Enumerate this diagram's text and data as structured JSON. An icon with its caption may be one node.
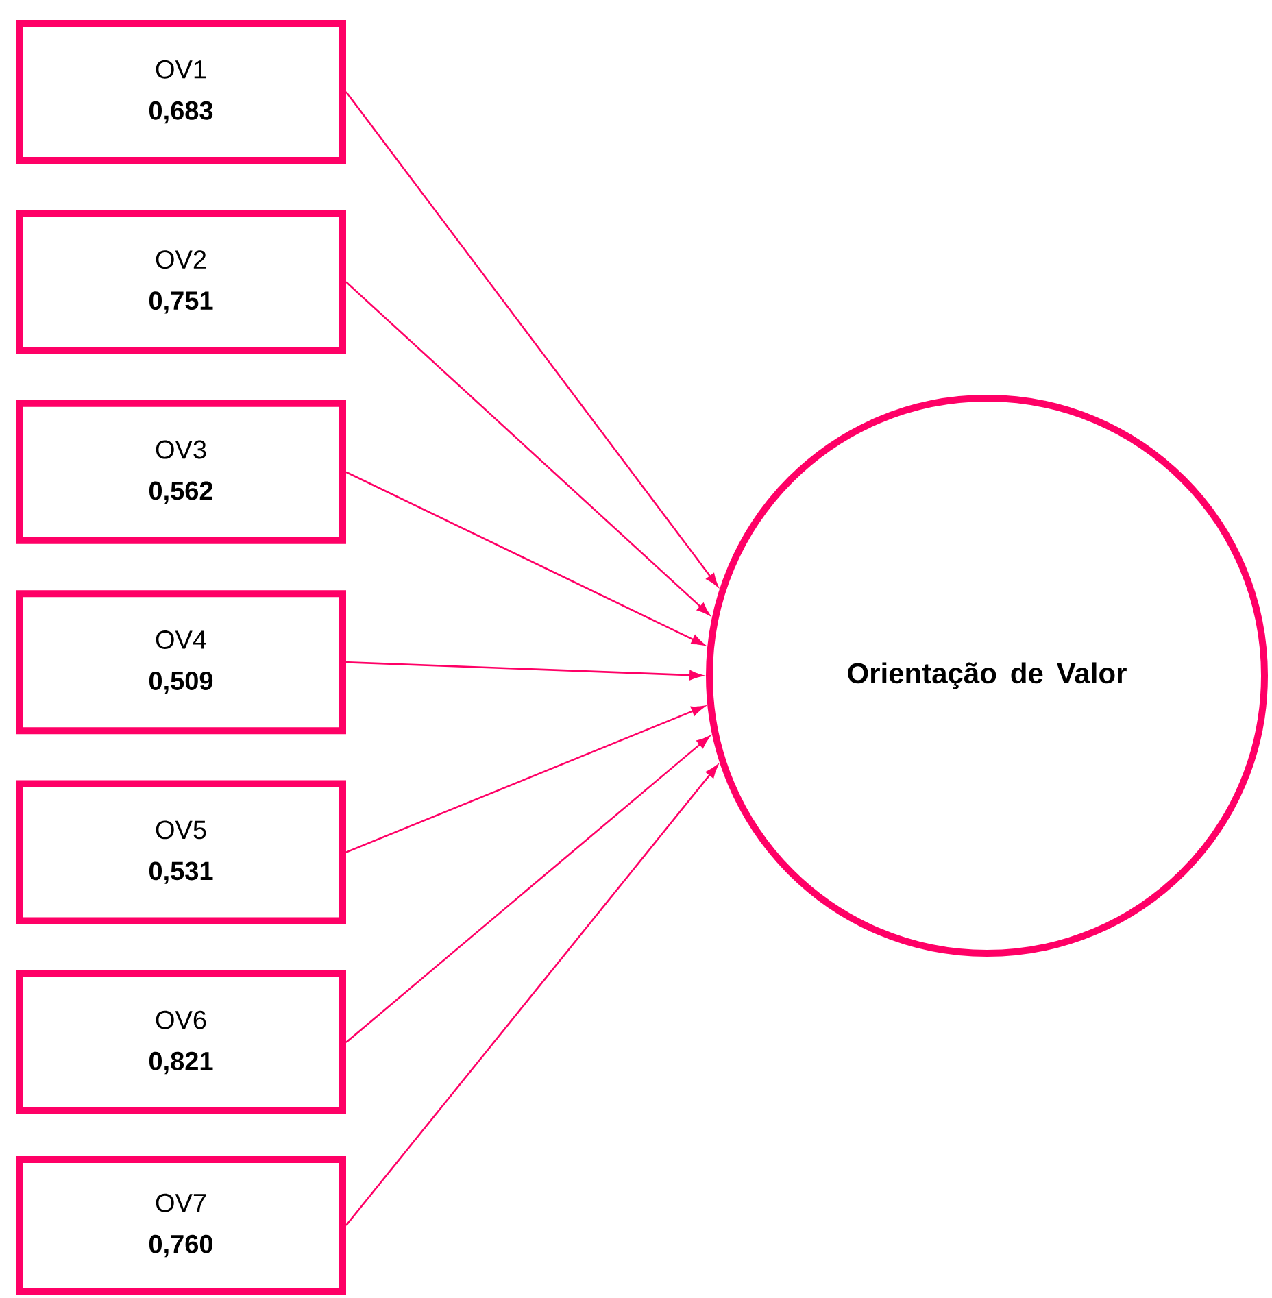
{
  "diagram": {
    "nodes": [
      {
        "text": [
          "OV1",
          "0,683"
        ]
      },
      {
        "text": [
          "OV2",
          "0,751"
        ]
      },
      {
        "text": [
          "OV3",
          "0,562"
        ]
      },
      {
        "text": [
          "OV4",
          "0,509"
        ]
      },
      {
        "text": [
          "OV5",
          "0,531"
        ]
      },
      {
        "text": [
          "OV6",
          "0,821"
        ]
      },
      {
        "text": [
          "OV7",
          "0,760"
        ]
      },
      {
        "text": [
          "Orientação de Valor"
        ]
      }
    ],
    "edges": [
      {
        "from": 0,
        "to": 7,
        "arrow": "to"
      },
      {
        "from": 1,
        "to": 7,
        "arrow": "to"
      },
      {
        "from": 2,
        "to": 7,
        "arrow": "to"
      },
      {
        "from": 3,
        "to": 7,
        "arrow": "to"
      },
      {
        "from": 4,
        "to": 7,
        "arrow": "to"
      },
      {
        "from": 5,
        "to": 7,
        "arrow": "to"
      },
      {
        "from": 6,
        "to": 7,
        "arrow": "to"
      }
    ]
  }
}
